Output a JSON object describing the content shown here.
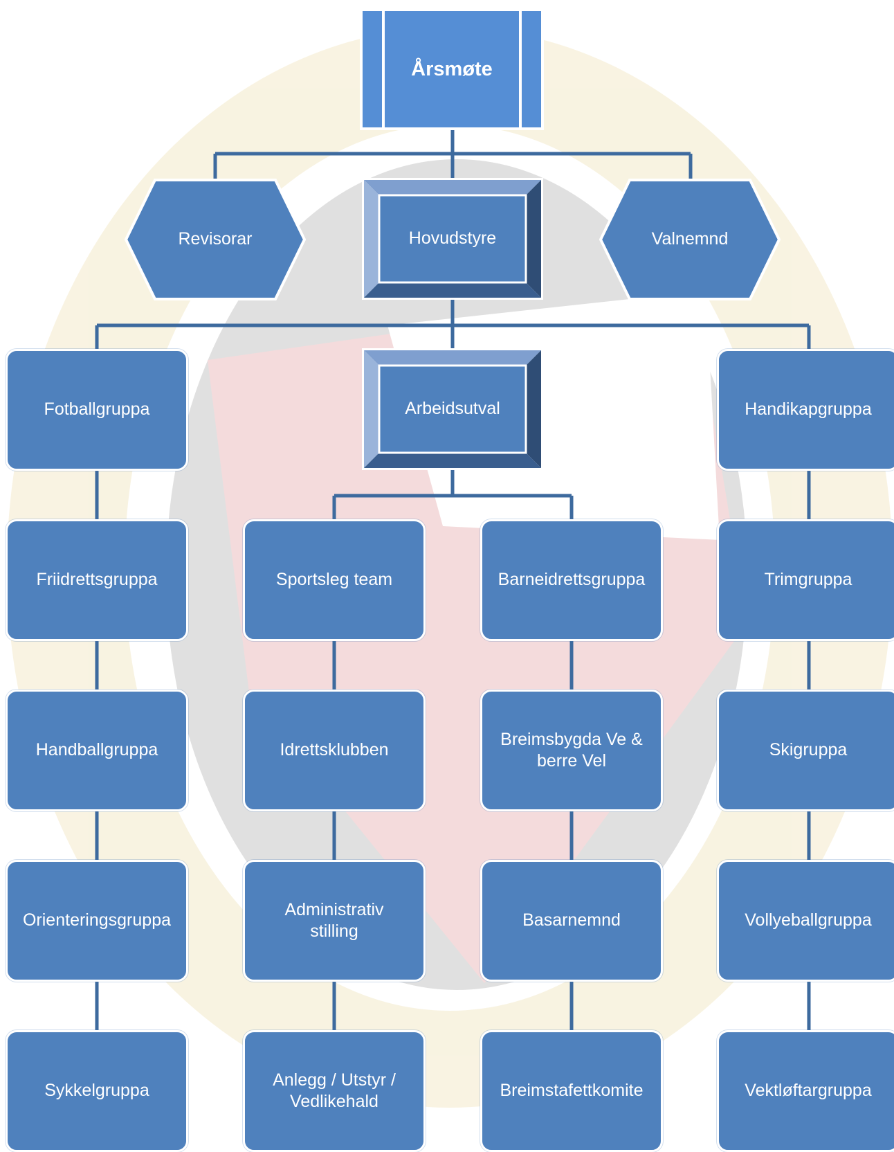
{
  "colors": {
    "node_fill": "#4f81bd",
    "root_fill": "#558ed5",
    "connector": "#3d6a9e",
    "node_border": "#ffffff",
    "bevel_dark": "#2f4d75",
    "bevel_light": "#7f9fcf"
  },
  "nodes": {
    "arsmote": "Årsmøte",
    "revisorar": "Revisorar",
    "hovudstyre": "Hovudstyre",
    "valnemnd": "Valnemnd",
    "fotballgruppa": "Fotballgruppa",
    "arbeidsutval": "Arbeidsutval",
    "handikapgruppa": "Handikapgruppa",
    "friidrettsgruppa": "Friidrettsgruppa",
    "sportsleg_team": "Sportsleg team",
    "barneidrettsgruppa": "Barneidrettsgruppa",
    "trimgruppa": "Trimgruppa",
    "handballgruppa": "Handballgruppa",
    "idrettsklubben": "Idrettsklubben",
    "breimsbygda_vel": "Breimsbygda Ve &\nberre Vel",
    "skigruppa": "Skigruppa",
    "orienteringsgruppa": "Orienteringsgruppa",
    "administrativ_stilling": "Administrativ\nstilling",
    "basarnemnd": "Basarnemnd",
    "vollyeballgruppa": "Vollyeballgruppa",
    "sykkelgruppa": "Sykkelgruppa",
    "anlegg_utstyr": "Anlegg / Utstyr /\nVedlikehald",
    "breimstafettkomite": "Breimstafettkomite",
    "vektloftargruppa": "Vektløftargruppa"
  }
}
